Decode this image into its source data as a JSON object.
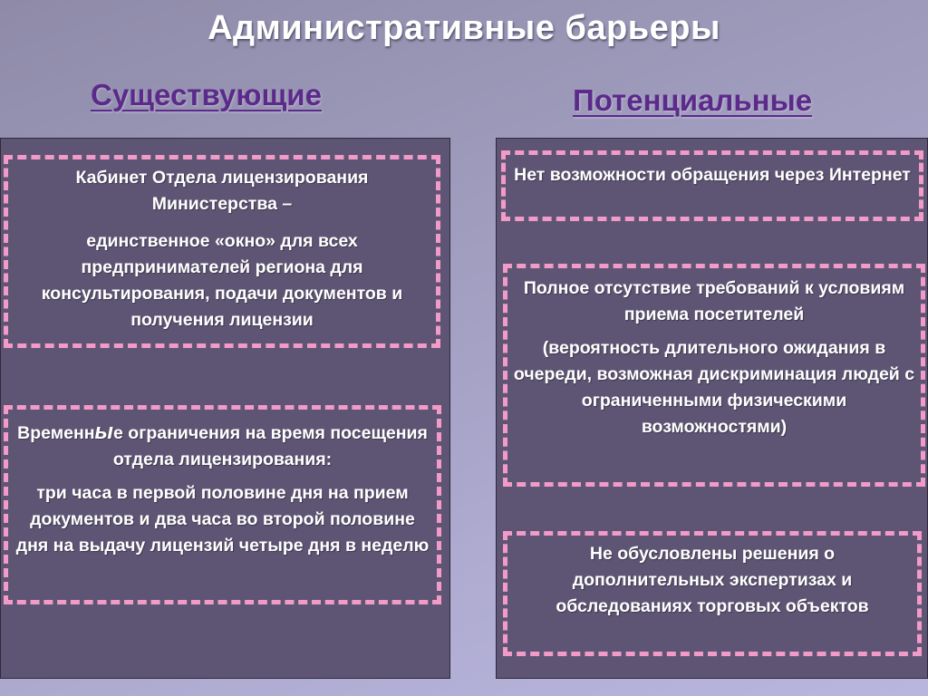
{
  "slide": {
    "title": "Административные барьеры",
    "left": {
      "heading": "Существующие",
      "box1": {
        "line1": "Кабинет Отдела лицензирования Министерства –",
        "line2": "единственное «окно» для всех предпринимателей региона для консультирования, подачи документов и получения лицензии"
      },
      "box2": {
        "part1": "Временн",
        "part2": "ы",
        "part3": "е ограничения на время посещения отдела лицензирования:",
        "line2": "три часа в первой половине дня на прием документов и  два часа во второй половине дня на выдачу лицензий  четыре дня в неделю"
      }
    },
    "right": {
      "heading": "Потенциальные",
      "box1": {
        "line1": "Нет возможности обращения через Интернет"
      },
      "box2": {
        "line1": "Полное отсутствие требований к условиям приема посетителей",
        "line2": "(вероятность длительного ожидания в очереди, возможная дискриминация людей с ограниченными физическими возможностями)"
      },
      "box3": {
        "line1": "Не обусловлены решения о дополнительных экспертизах и обследованиях торговых объектов"
      }
    }
  },
  "colors": {
    "panel": "#5e5574",
    "dash_border": "#f29ac8",
    "heading": "#5b2a8a",
    "text": "#ffffff"
  }
}
